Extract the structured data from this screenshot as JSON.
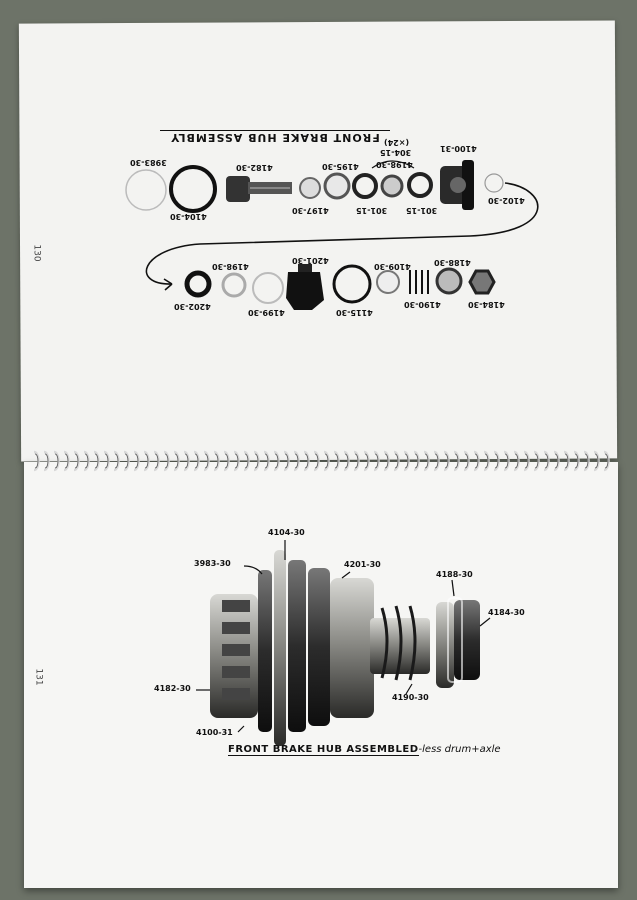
{
  "pages": {
    "top_number": "130",
    "bottom_number": "131"
  },
  "top_page": {
    "title": "FRONT BRAKE HUB ASSEMBLY",
    "labels": {
      "l3983": "3983-30",
      "l4104": "4104-30",
      "l4182": "4182-30",
      "l4197": "4197-30",
      "l4195": "4195-30",
      "l30115a": "301-15",
      "l41983024": "4198-30",
      "l30415": "304-15",
      "l24": "(×24)",
      "l30115b": "301-15",
      "l4100": "4100-31",
      "l4102": "4102-30",
      "l4202": "4202-30",
      "l4198": "4198-30",
      "l4199": "4199-30",
      "l4201": "4201-30",
      "l4115": "4115-30",
      "l4109": "4109-30",
      "l4190": "4190-30",
      "l4188": "4188-30",
      "l4184": "4184-30"
    }
  },
  "bottom_page": {
    "title_main": "FRONT BRAKE HUB ASSEMBLED",
    "title_sub": "-less drum+axle",
    "labels": {
      "l4104": "4104-30",
      "l3983": "3983-30",
      "l4201": "4201-30",
      "l4188": "4188-30",
      "l4184": "4184-30",
      "l4182": "4182-30",
      "l4190": "4190-30",
      "l4100": "4100-31"
    }
  },
  "colors": {
    "background": "#6d7368",
    "paper": "#f4f4f2",
    "ink": "#111111",
    "metal": "#8a8a85"
  }
}
